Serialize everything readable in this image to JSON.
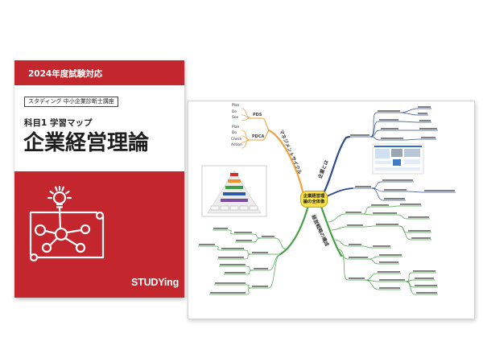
{
  "cover": {
    "exam_badge": "2024年度試験対応",
    "course": "スタディング 中小企業診断士講座",
    "subject": "科目1 学習マップ",
    "title": "企業経営理論",
    "logo": "STUDYing",
    "icon": "lightbulb-mindmap-icon"
  },
  "mindmap": {
    "center": "企業経営理論の全体像",
    "branches": {
      "orange": "マネジメントサイクル",
      "blue": "企業とは",
      "green": "経営戦略の構成"
    },
    "cycles": [
      {
        "name": "PDS",
        "steps": [
          "Plan",
          "Do",
          "See"
        ]
      },
      {
        "name": "PDCA",
        "steps": [
          "Plan",
          "Do",
          "Check",
          "Action"
        ]
      }
    ]
  },
  "colors": {
    "cover_red": "#c4262e",
    "branch_orange": "#f2a23c",
    "branch_blue": "#2b4c8f",
    "branch_green": "#45a142",
    "center_yellow": "#f5df4d"
  }
}
